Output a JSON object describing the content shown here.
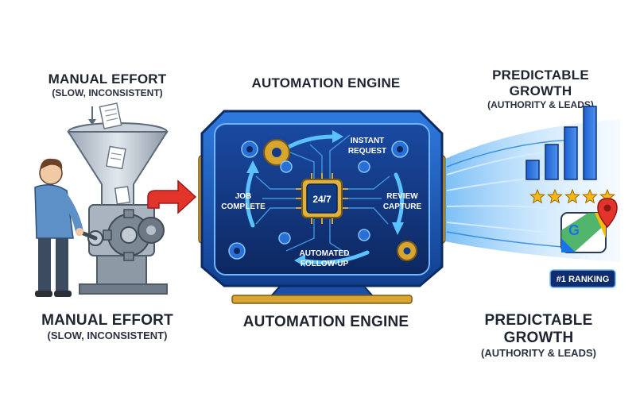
{
  "left": {
    "top_title": "MANUAL EFFORT",
    "top_subtitle": "(SLOW, INCONSISTENT)",
    "bottom_title": "MANUAL EFFORT",
    "bottom_subtitle": "(SLOW, INCONSISTENT)"
  },
  "center": {
    "top_title": "AUTOMATION ENGINE",
    "bottom_title": "AUTOMATION ENGINE",
    "chip_label": "24/7",
    "steps": {
      "instant_line1": "INSTANT",
      "instant_line2": "REQUEST",
      "review_line1": "REVIEW",
      "review_line2": "CAPTURE",
      "followup_line1": "AUTOMATED",
      "followup_line2": "FOLLOW-UP",
      "job_line1": "JOB",
      "job_line2": "COMPLETE"
    }
  },
  "right": {
    "top_title": "PREDICTABLE GROWTH",
    "top_subtitle": "(AUTHORITY & LEADS)",
    "bottom_title": "PREDICTABLE GROWTH",
    "bottom_subtitle": "(AUTHORITY & LEADS)",
    "ranking_badge": "#1 RANKING",
    "map_letter": "G",
    "stars": 5
  },
  "colors": {
    "screen_bg": "#0f2d6e",
    "frame": "#1b4fa8",
    "gold": "#d9a531",
    "accent_red": "#e2342b",
    "bar_blue": "#1d5fd0",
    "star_gold": "#f5b81c",
    "stream_blue": "#3aa0f2"
  },
  "icons": [
    "funnel-icon",
    "document-icon",
    "gear-icon",
    "chip-icon",
    "arrow-icon",
    "star-icon",
    "bar-chart-icon",
    "maps-pin-icon",
    "person-icon"
  ]
}
